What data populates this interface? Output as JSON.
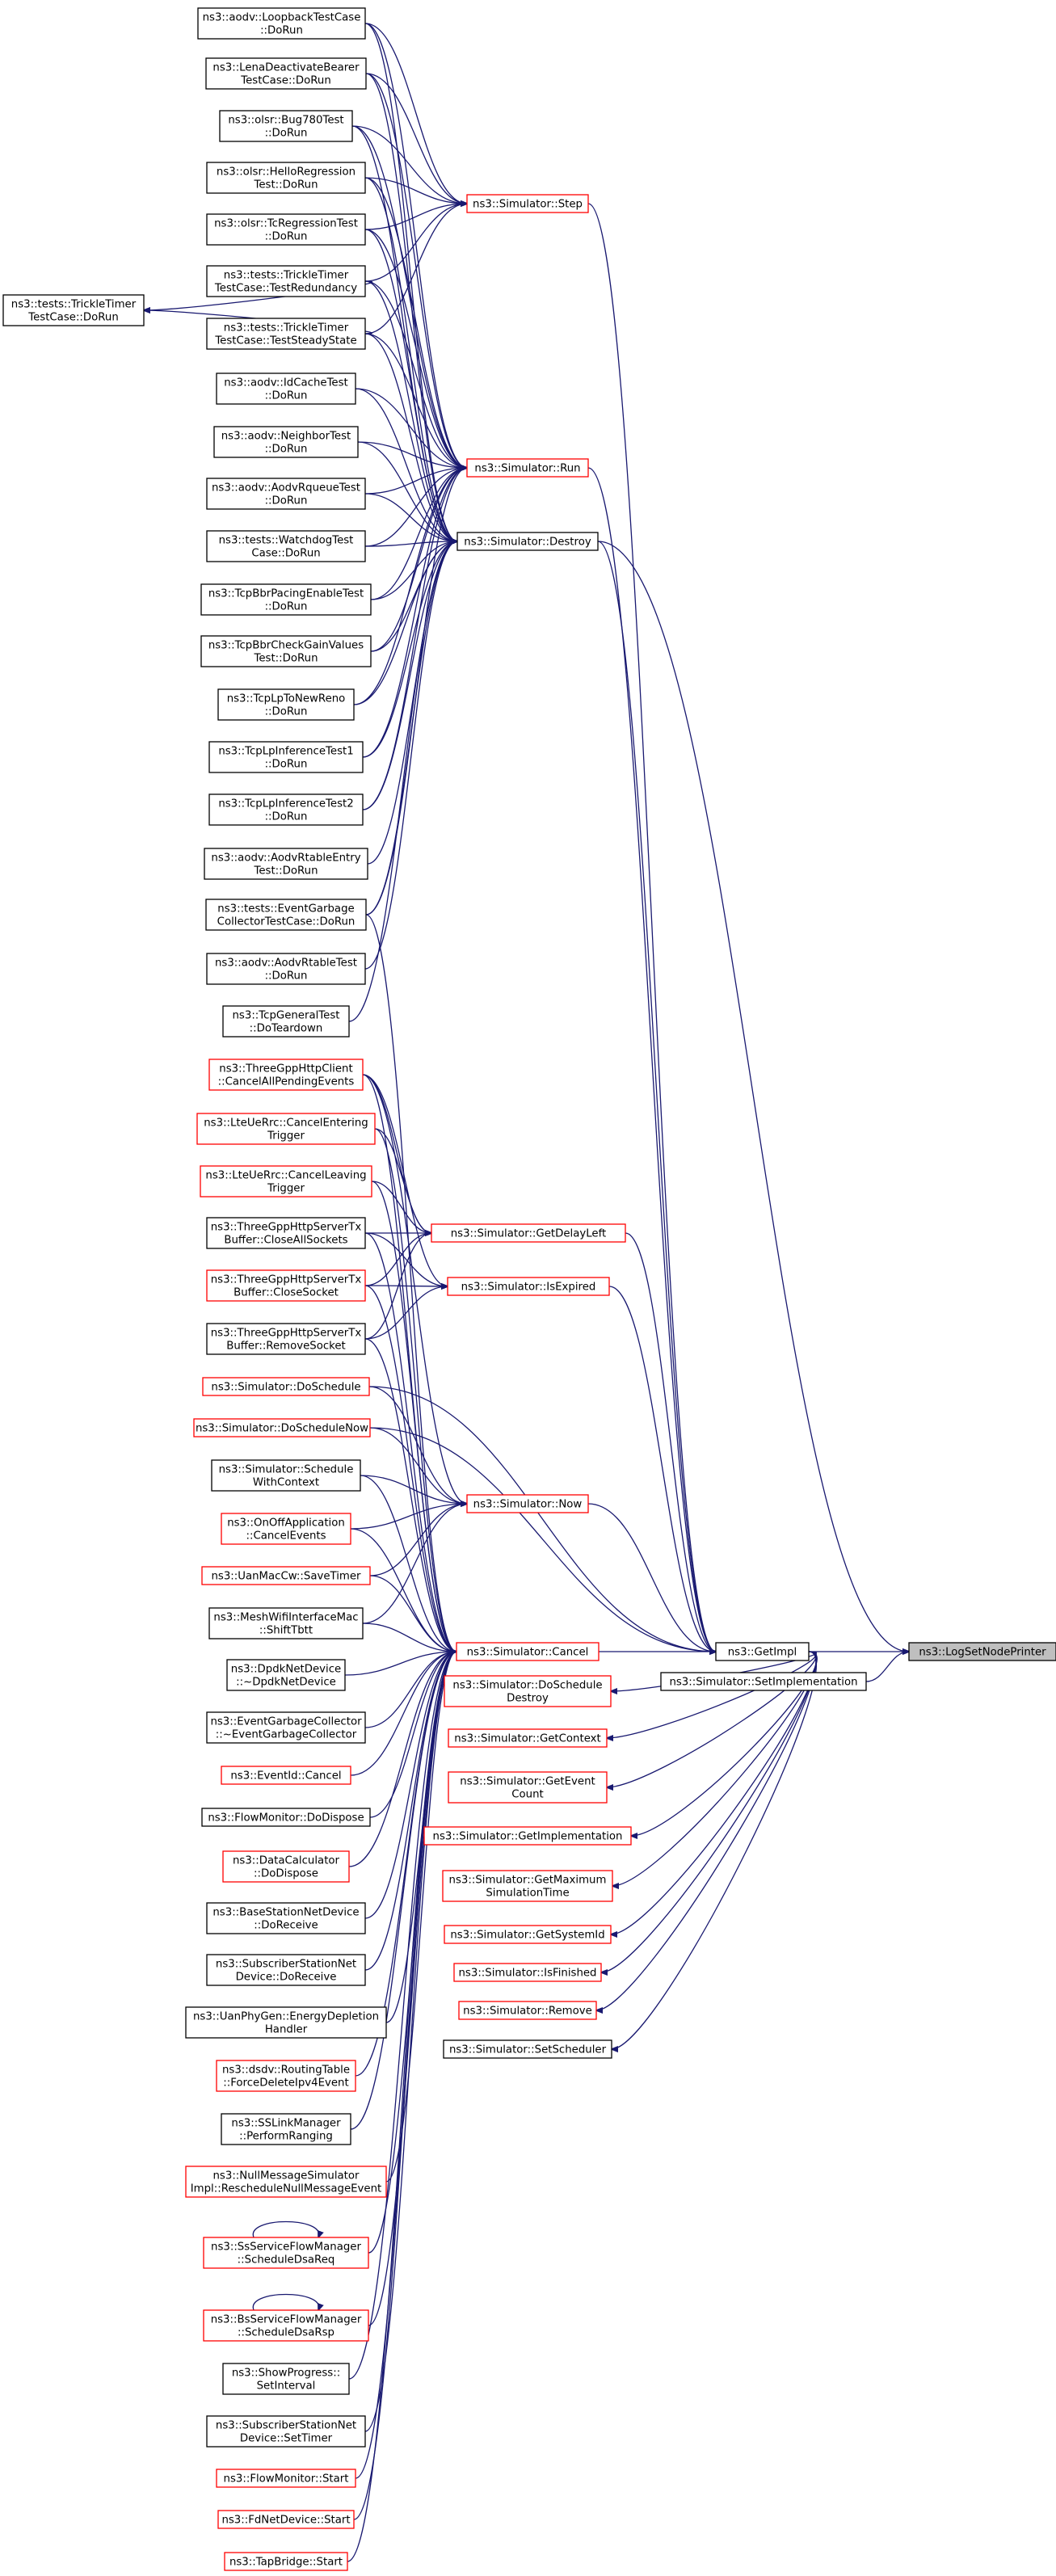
{
  "colors": {
    "edge": "#191970",
    "black_border": "#000000",
    "red_border": "#ff0000",
    "root_fill": "#bfbfbf",
    "node_fill": "#ffffff"
  },
  "nodes": {
    "root": {
      "lines": [
        "ns3::LogSetNodePrinter"
      ],
      "border": "black",
      "root": true
    },
    "getimpl": {
      "lines": [
        "ns3::GetImpl"
      ],
      "border": "black"
    },
    "setimpl": {
      "lines": [
        "ns3::Simulator::SetImplementation"
      ],
      "border": "black"
    },
    "step": {
      "lines": [
        "ns3::Simulator::Step"
      ],
      "border": "red"
    },
    "run": {
      "lines": [
        "ns3::Simulator::Run"
      ],
      "border": "red"
    },
    "destroy": {
      "lines": [
        "ns3::Simulator::Destroy"
      ],
      "border": "black"
    },
    "getdelayleft": {
      "lines": [
        "ns3::Simulator::GetDelayLeft"
      ],
      "border": "red"
    },
    "isexpired": {
      "lines": [
        "ns3::Simulator::IsExpired"
      ],
      "border": "red"
    },
    "now": {
      "lines": [
        "ns3::Simulator::Now"
      ],
      "border": "red"
    },
    "cancel": {
      "lines": [
        "ns3::Simulator::Cancel"
      ],
      "border": "red"
    },
    "doschedule": {
      "lines": [
        "ns3::Simulator::DoSchedule"
      ],
      "border": "red"
    },
    "doschedulenow": {
      "lines": [
        "ns3::Simulator::DoScheduleNow"
      ],
      "border": "red"
    },
    "doscheduledestroy": {
      "lines": [
        "ns3::Simulator::DoSchedule",
        "Destroy"
      ],
      "border": "red"
    },
    "getcontext": {
      "lines": [
        "ns3::Simulator::GetContext"
      ],
      "border": "red"
    },
    "geteventcount": {
      "lines": [
        "ns3::Simulator::GetEvent",
        "Count"
      ],
      "border": "red"
    },
    "getimplementation": {
      "lines": [
        "ns3::Simulator::GetImplementation"
      ],
      "border": "red"
    },
    "getmaxsimtime": {
      "lines": [
        "ns3::Simulator::GetMaximum",
        "SimulationTime"
      ],
      "border": "red"
    },
    "getsystemid": {
      "lines": [
        "ns3::Simulator::GetSystemId"
      ],
      "border": "red"
    },
    "isfinished": {
      "lines": [
        "ns3::Simulator::IsFinished"
      ],
      "border": "red"
    },
    "remove": {
      "lines": [
        "ns3::Simulator::Remove"
      ],
      "border": "red"
    },
    "setscheduler": {
      "lines": [
        "ns3::Simulator::SetScheduler"
      ],
      "border": "black"
    },
    "trickletimer": {
      "lines": [
        "ns3::tests::TrickleTimer",
        "TestCase::DoRun"
      ],
      "border": "black"
    },
    "loopback": {
      "lines": [
        "ns3::aodv::LoopbackTestCase",
        "::DoRun"
      ],
      "border": "black"
    },
    "lena": {
      "lines": [
        "ns3::LenaDeactivateBearer",
        "TestCase::DoRun"
      ],
      "border": "black"
    },
    "bug780": {
      "lines": [
        "ns3::olsr::Bug780Test",
        "::DoRun"
      ],
      "border": "black"
    },
    "hello": {
      "lines": [
        "ns3::olsr::HelloRegression",
        "Test::DoRun"
      ],
      "border": "black"
    },
    "tcregr": {
      "lines": [
        "ns3::olsr::TcRegressionTest",
        "::DoRun"
      ],
      "border": "black"
    },
    "redundancy": {
      "lines": [
        "ns3::tests::TrickleTimer",
        "TestCase::TestRedundancy"
      ],
      "border": "black"
    },
    "steadystate": {
      "lines": [
        "ns3::tests::TrickleTimer",
        "TestCase::TestSteadyState"
      ],
      "border": "black"
    },
    "idcache": {
      "lines": [
        "ns3::aodv::IdCacheTest",
        "::DoRun"
      ],
      "border": "black"
    },
    "neighbor": {
      "lines": [
        "ns3::aodv::NeighborTest",
        "::DoRun"
      ],
      "border": "black"
    },
    "rqueue": {
      "lines": [
        "ns3::aodv::AodvRqueueTest",
        "::DoRun"
      ],
      "border": "black"
    },
    "watchdog": {
      "lines": [
        "ns3::tests::WatchdogTest",
        "Case::DoRun"
      ],
      "border": "black"
    },
    "pacing": {
      "lines": [
        "ns3::TcpBbrPacingEnableTest",
        "::DoRun"
      ],
      "border": "black"
    },
    "gainvalues": {
      "lines": [
        "ns3::TcpBbrCheckGainValues",
        "Test::DoRun"
      ],
      "border": "black"
    },
    "lptonewreno": {
      "lines": [
        "ns3::TcpLpToNewReno",
        "::DoRun"
      ],
      "border": "black"
    },
    "lpinf1": {
      "lines": [
        "ns3::TcpLpInferenceTest1",
        "::DoRun"
      ],
      "border": "black"
    },
    "lpinf2": {
      "lines": [
        "ns3::TcpLpInferenceTest2",
        "::DoRun"
      ],
      "border": "black"
    },
    "rtableentry": {
      "lines": [
        "ns3::aodv::AodvRtableEntry",
        "Test::DoRun"
      ],
      "border": "black"
    },
    "garbage": {
      "lines": [
        "ns3::tests::EventGarbage",
        "CollectorTestCase::DoRun"
      ],
      "border": "black"
    },
    "rtable": {
      "lines": [
        "ns3::aodv::AodvRtableTest",
        "::DoRun"
      ],
      "border": "black"
    },
    "teardown": {
      "lines": [
        "ns3::TcpGeneralTest",
        "::DoTeardown"
      ],
      "border": "black"
    },
    "httpclient": {
      "lines": [
        "ns3::ThreeGppHttpClient",
        "::CancelAllPendingEvents"
      ],
      "border": "red"
    },
    "cancelentering": {
      "lines": [
        "ns3::LteUeRrc::CancelEntering",
        "Trigger"
      ],
      "border": "red"
    },
    "cancelleaving": {
      "lines": [
        "ns3::LteUeRrc::CancelLeaving",
        "Trigger"
      ],
      "border": "red"
    },
    "closeall": {
      "lines": [
        "ns3::ThreeGppHttpServerTx",
        "Buffer::CloseAllSockets"
      ],
      "border": "black"
    },
    "closesocket": {
      "lines": [
        "ns3::ThreeGppHttpServerTx",
        "Buffer::CloseSocket"
      ],
      "border": "red"
    },
    "removesocket": {
      "lines": [
        "ns3::ThreeGppHttpServerTx",
        "Buffer::RemoveSocket"
      ],
      "border": "black"
    },
    "schedwithctx": {
      "lines": [
        "ns3::Simulator::Schedule",
        "WithContext"
      ],
      "border": "black"
    },
    "onoff": {
      "lines": [
        "ns3::OnOffApplication",
        "::CancelEvents"
      ],
      "border": "red"
    },
    "uanmaccw": {
      "lines": [
        "ns3::UanMacCw::SaveTimer"
      ],
      "border": "red"
    },
    "meshwifi": {
      "lines": [
        "ns3::MeshWifiInterfaceMac",
        "::ShiftTbtt"
      ],
      "border": "black"
    },
    "dpdk": {
      "lines": [
        "ns3::DpdkNetDevice",
        "::~DpdkNetDevice"
      ],
      "border": "black"
    },
    "evgc": {
      "lines": [
        "ns3::EventGarbageCollector",
        "::~EventGarbageCollector"
      ],
      "border": "black"
    },
    "eventidcancel": {
      "lines": [
        "ns3::EventId::Cancel"
      ],
      "border": "red"
    },
    "flowmondispose": {
      "lines": [
        "ns3::FlowMonitor::DoDispose"
      ],
      "border": "black"
    },
    "datacalc": {
      "lines": [
        "ns3::DataCalculator",
        "::DoDispose"
      ],
      "border": "red"
    },
    "bsreceive": {
      "lines": [
        "ns3::BaseStationNetDevice",
        "::DoReceive"
      ],
      "border": "black"
    },
    "ssreceive": {
      "lines": [
        "ns3::SubscriberStationNet",
        "Device::DoReceive"
      ],
      "border": "black"
    },
    "uanphygen": {
      "lines": [
        "ns3::UanPhyGen::EnergyDepletion",
        "Handler"
      ],
      "border": "black"
    },
    "dsdv": {
      "lines": [
        "ns3::dsdv::RoutingTable",
        "::ForceDeleteIpv4Event"
      ],
      "border": "red"
    },
    "sslink": {
      "lines": [
        "ns3::SSLinkManager",
        "::PerformRanging"
      ],
      "border": "black"
    },
    "nullmsg": {
      "lines": [
        "ns3::NullMessageSimulator",
        "Impl::RescheduleNullMessageEvent"
      ],
      "border": "red"
    },
    "ssflow": {
      "lines": [
        "ns3::SsServiceFlowManager",
        "::ScheduleDsaReq"
      ],
      "border": "red"
    },
    "bsflow": {
      "lines": [
        "ns3::BsServiceFlowManager",
        "::ScheduleDsaRsp"
      ],
      "border": "red"
    },
    "showprogress": {
      "lines": [
        "ns3::ShowProgress::",
        "SetInterval"
      ],
      "border": "black"
    },
    "sssettimer": {
      "lines": [
        "ns3::SubscriberStationNet",
        "Device::SetTimer"
      ],
      "border": "black"
    },
    "flowmonstart": {
      "lines": [
        "ns3::FlowMonitor::Start"
      ],
      "border": "red"
    },
    "fdnetstart": {
      "lines": [
        "ns3::FdNetDevice::Start"
      ],
      "border": "red"
    },
    "tapstart": {
      "lines": [
        "ns3::TapBridge::Start"
      ],
      "border": "red"
    }
  },
  "edges": [
    [
      "getimpl",
      "root"
    ],
    [
      "setimpl",
      "root"
    ],
    [
      "destroy",
      "root"
    ],
    [
      "step",
      "getimpl"
    ],
    [
      "run",
      "getimpl"
    ],
    [
      "destroy",
      "getimpl"
    ],
    [
      "getdelayleft",
      "getimpl"
    ],
    [
      "isexpired",
      "getimpl"
    ],
    [
      "doschedule",
      "getimpl"
    ],
    [
      "doschedulenow",
      "getimpl"
    ],
    [
      "now",
      "getimpl"
    ],
    [
      "cancel",
      "getimpl"
    ],
    [
      "getimpl",
      "doscheduledestroy"
    ],
    [
      "getimpl",
      "getcontext"
    ],
    [
      "getimpl",
      "geteventcount"
    ],
    [
      "getimpl",
      "getimplementation"
    ],
    [
      "getimpl",
      "getmaxsimtime"
    ],
    [
      "getimpl",
      "getsystemid"
    ],
    [
      "getimpl",
      "isfinished"
    ],
    [
      "getimpl",
      "remove"
    ],
    [
      "getimpl",
      "setscheduler"
    ],
    [
      "redundancy",
      "trickletimer"
    ],
    [
      "steadystate",
      "trickletimer"
    ],
    [
      "loopback",
      "step"
    ],
    [
      "lena",
      "step"
    ],
    [
      "bug780",
      "step"
    ],
    [
      "hello",
      "step"
    ],
    [
      "tcregr",
      "step"
    ],
    [
      "redundancy",
      "step"
    ],
    [
      "steadystate",
      "step"
    ],
    [
      "loopback",
      "run"
    ],
    [
      "lena",
      "run"
    ],
    [
      "bug780",
      "run"
    ],
    [
      "hello",
      "run"
    ],
    [
      "tcregr",
      "run"
    ],
    [
      "redundancy",
      "run"
    ],
    [
      "steadystate",
      "run"
    ],
    [
      "idcache",
      "run"
    ],
    [
      "neighbor",
      "run"
    ],
    [
      "rqueue",
      "run"
    ],
    [
      "watchdog",
      "run"
    ],
    [
      "pacing",
      "run"
    ],
    [
      "gainvalues",
      "run"
    ],
    [
      "lptonewreno",
      "run"
    ],
    [
      "lpinf1",
      "run"
    ],
    [
      "lpinf2",
      "run"
    ],
    [
      "garbage",
      "run"
    ],
    [
      "loopback",
      "destroy"
    ],
    [
      "lena",
      "destroy"
    ],
    [
      "bug780",
      "destroy"
    ],
    [
      "hello",
      "destroy"
    ],
    [
      "tcregr",
      "destroy"
    ],
    [
      "redundancy",
      "destroy"
    ],
    [
      "steadystate",
      "destroy"
    ],
    [
      "idcache",
      "destroy"
    ],
    [
      "neighbor",
      "destroy"
    ],
    [
      "rqueue",
      "destroy"
    ],
    [
      "watchdog",
      "destroy"
    ],
    [
      "pacing",
      "destroy"
    ],
    [
      "gainvalues",
      "destroy"
    ],
    [
      "lptonewreno",
      "destroy"
    ],
    [
      "lpinf1",
      "destroy"
    ],
    [
      "lpinf2",
      "destroy"
    ],
    [
      "rtableentry",
      "destroy"
    ],
    [
      "garbage",
      "destroy"
    ],
    [
      "rtable",
      "destroy"
    ],
    [
      "teardown",
      "destroy"
    ],
    [
      "httpclient",
      "getdelayleft"
    ],
    [
      "cancelentering",
      "getdelayleft"
    ],
    [
      "cancelleaving",
      "getdelayleft"
    ],
    [
      "closeall",
      "getdelayleft"
    ],
    [
      "closesocket",
      "getdelayleft"
    ],
    [
      "removesocket",
      "getdelayleft"
    ],
    [
      "httpclient",
      "isexpired"
    ],
    [
      "closeall",
      "isexpired"
    ],
    [
      "closesocket",
      "isexpired"
    ],
    [
      "removesocket",
      "isexpired"
    ],
    [
      "httpclient",
      "now"
    ],
    [
      "doschedule",
      "now"
    ],
    [
      "doschedulenow",
      "now"
    ],
    [
      "schedwithctx",
      "now"
    ],
    [
      "onoff",
      "now"
    ],
    [
      "uanmaccw",
      "now"
    ],
    [
      "meshwifi",
      "now"
    ],
    [
      "garbage",
      "cancel"
    ],
    [
      "httpclient",
      "cancel"
    ],
    [
      "cancelentering",
      "cancel"
    ],
    [
      "cancelleaving",
      "cancel"
    ],
    [
      "closeall",
      "cancel"
    ],
    [
      "closesocket",
      "cancel"
    ],
    [
      "removesocket",
      "cancel"
    ],
    [
      "schedwithctx",
      "cancel"
    ],
    [
      "onoff",
      "cancel"
    ],
    [
      "uanmaccw",
      "cancel"
    ],
    [
      "meshwifi",
      "cancel"
    ],
    [
      "dpdk",
      "cancel"
    ],
    [
      "evgc",
      "cancel"
    ],
    [
      "eventidcancel",
      "cancel"
    ],
    [
      "flowmondispose",
      "cancel"
    ],
    [
      "datacalc",
      "cancel"
    ],
    [
      "bsreceive",
      "cancel"
    ],
    [
      "ssreceive",
      "cancel"
    ],
    [
      "uanphygen",
      "cancel"
    ],
    [
      "dsdv",
      "cancel"
    ],
    [
      "sslink",
      "cancel"
    ],
    [
      "nullmsg",
      "cancel"
    ],
    [
      "ssflow",
      "cancel"
    ],
    [
      "bsflow",
      "cancel"
    ],
    [
      "showprogress",
      "cancel"
    ],
    [
      "sssettimer",
      "cancel"
    ],
    [
      "flowmonstart",
      "cancel"
    ],
    [
      "fdnetstart",
      "cancel"
    ],
    [
      "tapstart",
      "cancel"
    ],
    [
      "ssflow",
      "ssflow"
    ],
    [
      "bsflow",
      "bsflow"
    ]
  ]
}
